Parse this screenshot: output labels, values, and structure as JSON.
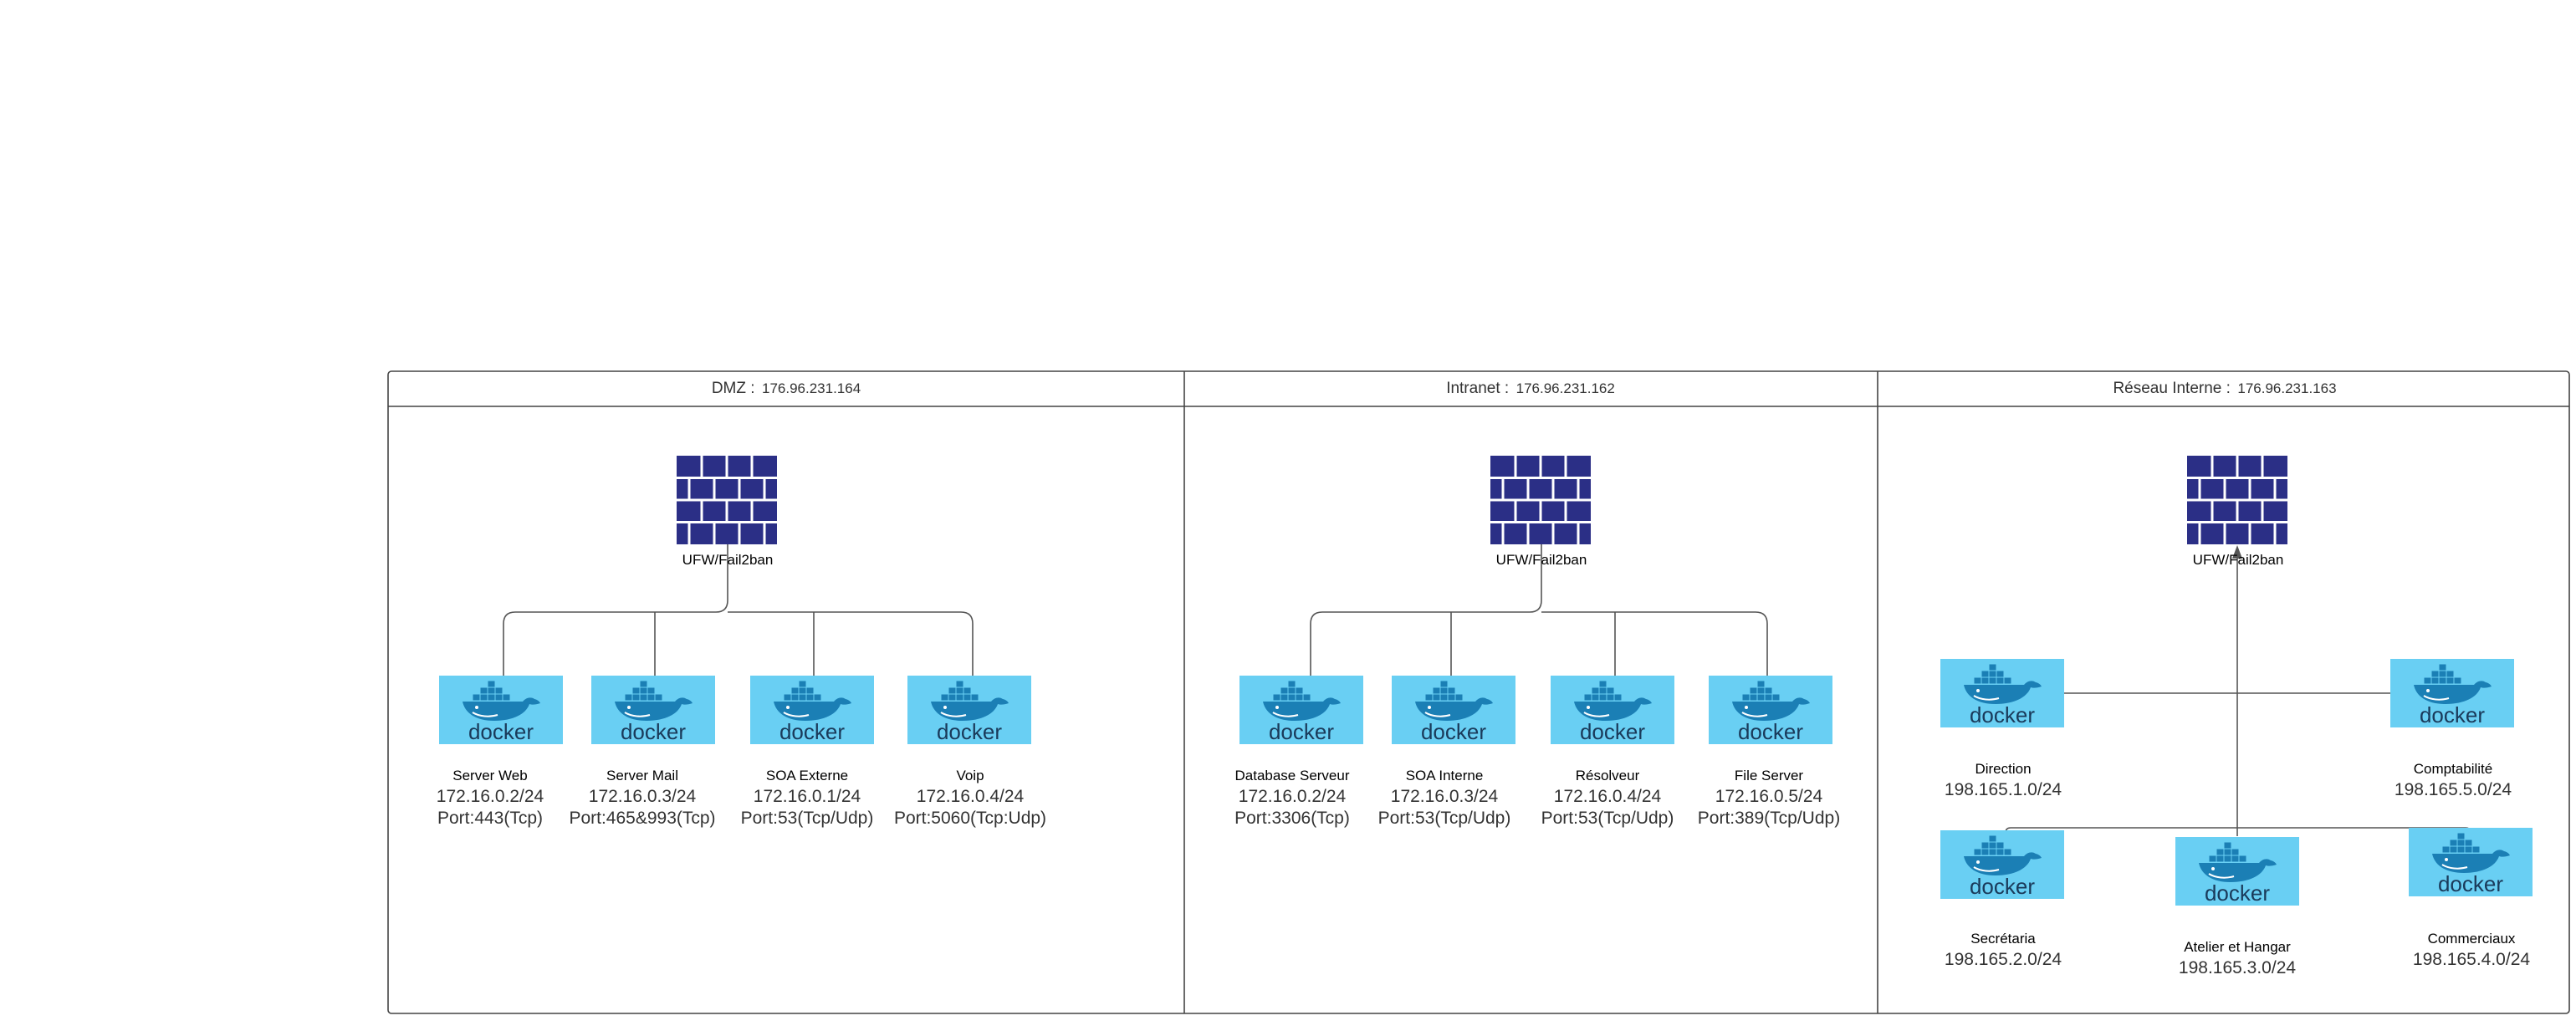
{
  "zones": [
    {
      "title": "DMZ :",
      "ip": "176.96.231.164",
      "firewall": {
        "icon": "firewall-icon",
        "label": "UFW/Fail2ban"
      },
      "containers": [
        {
          "icon": "docker-icon",
          "logo_text": "docker",
          "name": "Server Web",
          "address": "172.16.0.2/24",
          "port": "Port:443(Tcp)"
        },
        {
          "icon": "docker-icon",
          "logo_text": "docker",
          "name": "Server Mail",
          "address": "172.16.0.3/24",
          "port": "Port:465&993(Tcp)"
        },
        {
          "icon": "docker-icon",
          "logo_text": "docker",
          "name": "SOA Externe",
          "address": "172.16.0.1/24",
          "port": "Port:53(Tcp/Udp)"
        },
        {
          "icon": "docker-icon",
          "logo_text": "docker",
          "name": "Voip",
          "address": "172.16.0.4/24",
          "port": "Port:5060(Tcp:Udp)"
        }
      ]
    },
    {
      "title": "Intranet :",
      "ip": "176.96.231.162",
      "firewall": {
        "icon": "firewall-icon",
        "label": "UFW/Fail2ban"
      },
      "containers": [
        {
          "icon": "docker-icon",
          "logo_text": "docker",
          "name": "Database Serveur",
          "address": "172.16.0.2/24",
          "port": "Port:3306(Tcp)"
        },
        {
          "icon": "docker-icon",
          "logo_text": "docker",
          "name": "SOA Interne",
          "address": "172.16.0.3/24",
          "port": "Port:53(Tcp/Udp)"
        },
        {
          "icon": "docker-icon",
          "logo_text": "docker",
          "name": "Résolveur",
          "address": "172.16.0.4/24",
          "port": "Port:53(Tcp/Udp)"
        },
        {
          "icon": "docker-icon",
          "logo_text": "docker",
          "name": "File Server",
          "address": "172.16.0.5/24",
          "port": "Port:389(Tcp/Udp)"
        }
      ]
    },
    {
      "title": "Réseau Interne :",
      "ip": "176.96.231.163",
      "firewall": {
        "icon": "firewall-icon",
        "label": "UFW/Fail2ban"
      },
      "containers": [
        {
          "icon": "docker-icon",
          "logo_text": "docker",
          "name": "Direction",
          "address": "198.165.1.0/24"
        },
        {
          "icon": "docker-icon",
          "logo_text": "docker",
          "name": "Comptabilité",
          "address": "198.165.5.0/24"
        },
        {
          "icon": "docker-icon",
          "logo_text": "docker",
          "name": "Secrétaria",
          "address": "198.165.2.0/24"
        },
        {
          "icon": "docker-icon",
          "logo_text": "docker",
          "name": "Atelier et Hangar",
          "address": "198.165.3.0/24"
        },
        {
          "icon": "docker-icon",
          "logo_text": "docker",
          "name": "Commerciaux",
          "address": "198.165.4.0/24"
        }
      ]
    }
  ],
  "colors": {
    "firewall": "#2b2f86",
    "docker_bg": "#69cff3",
    "docker_whale": "#1b7fb5",
    "docker_text": "#1a3a5a"
  }
}
